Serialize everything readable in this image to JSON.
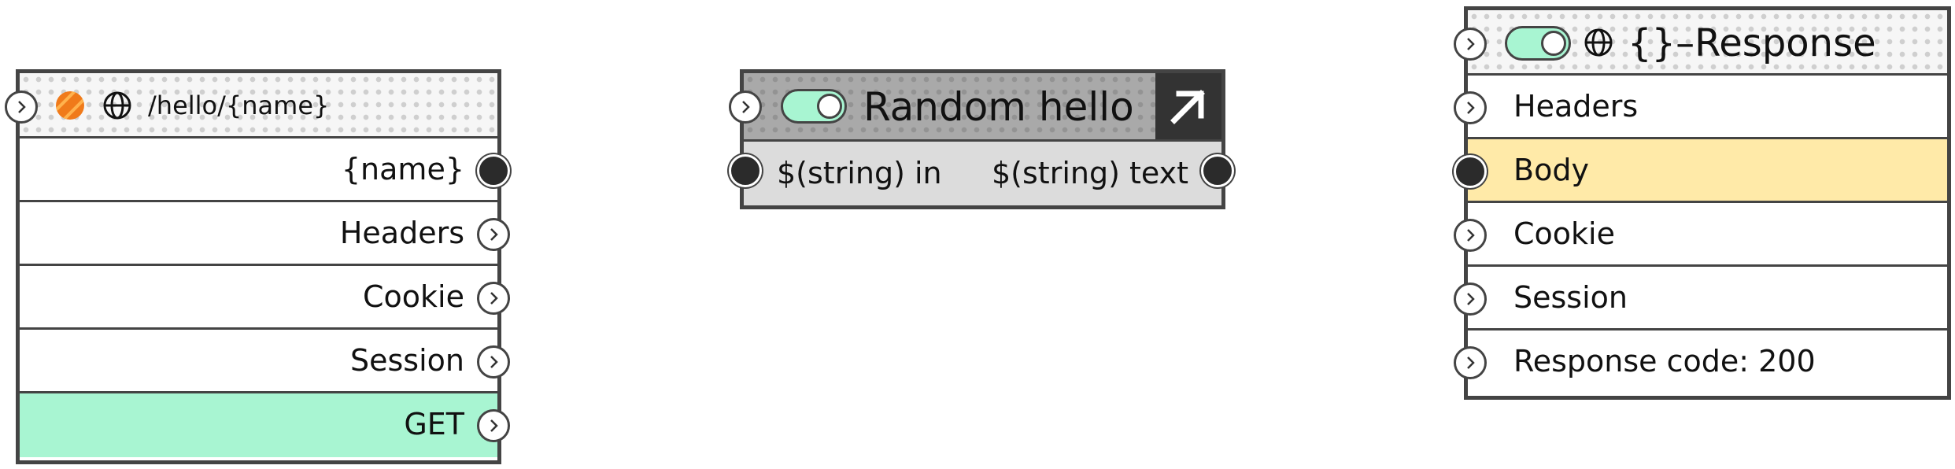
{
  "colors": {
    "border": "#444444",
    "toggle_on": "#a8f5d2",
    "method_row": "#a8f5d2",
    "highlight_row": "#ffeaa8",
    "port_filled": "#2b2b2b",
    "canvas": "#ffffff"
  },
  "endpoint_node": {
    "status_icon": "orange-stripe-icon",
    "globe_icon": "globe-icon",
    "path": "/hello/{name}",
    "rows": [
      "{name}",
      "Headers",
      "Cookie",
      "Session",
      "GET"
    ]
  },
  "function_node": {
    "toggle_on": true,
    "title": "Random hello",
    "open_icon": "arrow-up-right-icon",
    "input_label": "$(string) in",
    "output_label": "$(string) text"
  },
  "response_node": {
    "toggle_on": true,
    "globe_icon": "globe-icon",
    "title": "{}–Response",
    "rows": [
      "Headers",
      "Body",
      "Cookie",
      "Session",
      "Response code: 200"
    ],
    "highlighted_row": "Body"
  }
}
